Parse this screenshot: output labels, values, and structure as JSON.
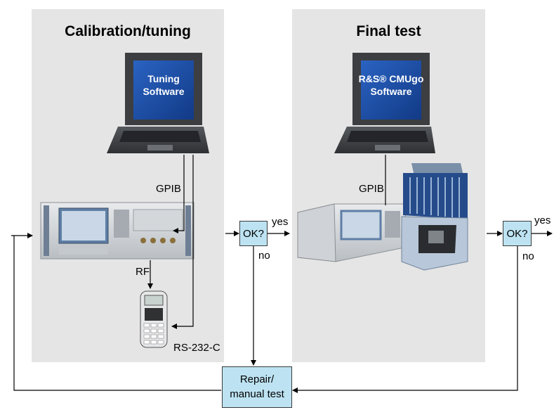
{
  "panels": {
    "calibration": {
      "title": "Calibration/tuning"
    },
    "final": {
      "title": "Final test"
    }
  },
  "laptop1": {
    "line1": "Tuning",
    "line2": "Software"
  },
  "laptop2": {
    "line1": "R&S® CMUgo",
    "line2": "Software"
  },
  "labels": {
    "gpib1": "GPIB",
    "gpib2": "GPIB",
    "rf": "RF",
    "rs232": "RS-232-C",
    "yes1": "yes",
    "no1": "no",
    "yes2": "yes",
    "no2": "no"
  },
  "decision1": "OK?",
  "decision2": "OK?",
  "repair": {
    "line1": "Repair/",
    "line2": "manual test"
  },
  "colors": {
    "panel": "#e5e5e5",
    "box": "#bde3f2",
    "screen": "#1d4fa3"
  }
}
